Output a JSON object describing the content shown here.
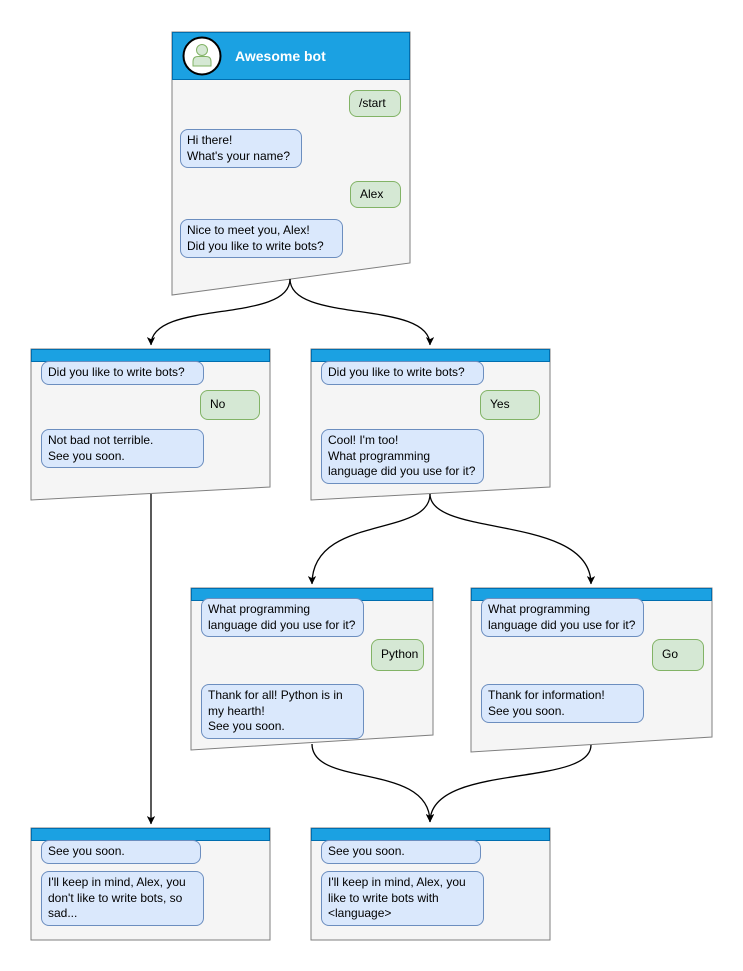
{
  "diagram": {
    "colors": {
      "header_blue": "#1BA1E2",
      "header_border": "#006EAF",
      "window_fill": "#F5F5F5",
      "window_border": "#7F7F7F",
      "bot_bubble_fill": "#DAE8FC",
      "bot_bubble_border": "#6C8EBF",
      "user_bubble_fill": "#D5E8D4",
      "user_bubble_border": "#82B366",
      "edge": "#000000"
    },
    "windows": [
      {
        "id": "root",
        "title": "Awesome bot",
        "messages": [
          {
            "from": "user",
            "text": "/start"
          },
          {
            "from": "bot",
            "text": "Hi there!\nWhat's your name?"
          },
          {
            "from": "user",
            "text": "Alex"
          },
          {
            "from": "bot",
            "text": "Nice to meet you, Alex!\nDid you like to write bots?"
          }
        ]
      },
      {
        "id": "branch-no",
        "messages": [
          {
            "from": "bot",
            "text": "Did you like to write bots?"
          },
          {
            "from": "user",
            "text": "No"
          },
          {
            "from": "bot",
            "text": "Not bad not terrible.\nSee you soon."
          }
        ]
      },
      {
        "id": "branch-yes",
        "messages": [
          {
            "from": "bot",
            "text": "Did you like to write bots?"
          },
          {
            "from": "user",
            "text": "Yes"
          },
          {
            "from": "bot",
            "text": "Cool! I'm too!\nWhat programming\nlanguage did you use for it?"
          }
        ]
      },
      {
        "id": "branch-python",
        "messages": [
          {
            "from": "bot",
            "text": "What programming\nlanguage did you use for it?"
          },
          {
            "from": "user",
            "text": "Python"
          },
          {
            "from": "bot",
            "text": "Thank for all! Python is in\nmy hearth!\nSee you soon."
          }
        ]
      },
      {
        "id": "branch-go",
        "messages": [
          {
            "from": "bot",
            "text": "What programming\nlanguage did you use for it?"
          },
          {
            "from": "user",
            "text": "Go"
          },
          {
            "from": "bot",
            "text": "Thank for information!\nSee you soon."
          }
        ]
      },
      {
        "id": "end-no",
        "messages": [
          {
            "from": "bot",
            "text": "See you soon."
          },
          {
            "from": "bot",
            "text": "I'll keep in mind, Alex, you\ndon't like to write bots, so\nsad..."
          }
        ]
      },
      {
        "id": "end-language",
        "messages": [
          {
            "from": "bot",
            "text": "See you soon."
          },
          {
            "from": "bot",
            "text": "I'll keep in mind, Alex, you\nlike to write bots with\n<language>"
          }
        ]
      }
    ],
    "connections": [
      {
        "from": "root",
        "to": "branch-no"
      },
      {
        "from": "root",
        "to": "branch-yes"
      },
      {
        "from": "branch-no",
        "to": "end-no"
      },
      {
        "from": "branch-yes",
        "to": "branch-python"
      },
      {
        "from": "branch-yes",
        "to": "branch-go"
      },
      {
        "from": "branch-python",
        "to": "end-language"
      },
      {
        "from": "branch-go",
        "to": "end-language"
      }
    ],
    "icons": {
      "avatar": "person-icon"
    }
  }
}
